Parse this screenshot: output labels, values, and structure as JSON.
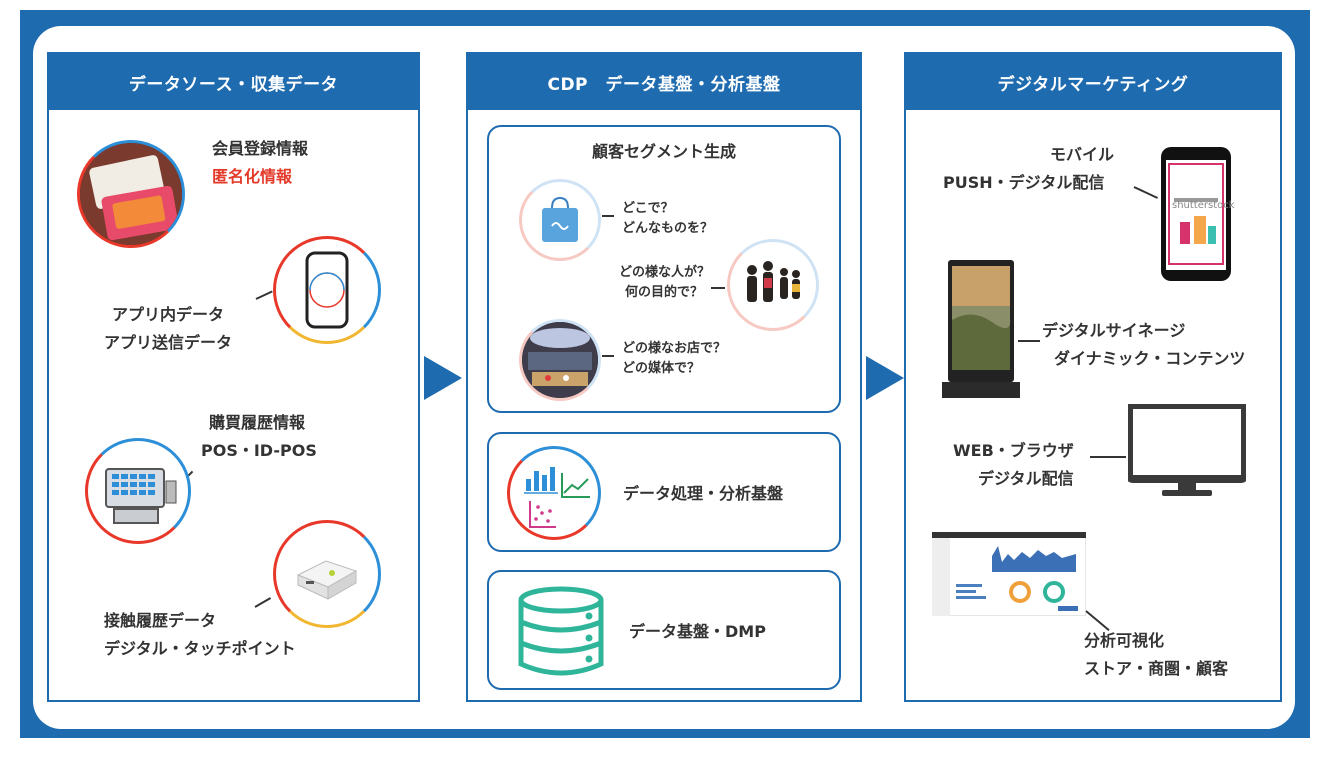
{
  "columns": {
    "sources": {
      "title": "データソース・収集データ"
    },
    "cdp": {
      "title": "CDP　データ基盤・分析基盤"
    },
    "marketing": {
      "title": "デジタルマーケティング"
    }
  },
  "sources": {
    "member": {
      "line1": "会員登録情報",
      "line2": "匿名化情報",
      "line2_color": "#e43a2a"
    },
    "app": {
      "line1": "アプリ内データ",
      "line2": "アプリ送信データ"
    },
    "purchase": {
      "line1": "購買履歴情報",
      "line2": "POS・ID-POS"
    },
    "contact": {
      "line1": "接触履歴データ",
      "line2": "デジタル・タッチポイント"
    }
  },
  "cdp": {
    "segment": {
      "title": "顧客セグメント生成",
      "where_line1": "どこで？",
      "where_line2": "どんなものを？",
      "who_line1": "どの様な人が？",
      "who_line2": "何の目的で？",
      "store_line1": "どの様なお店で？",
      "store_line2": "どの媒体で？"
    },
    "analysis": {
      "label": "データ処理・分析基盤"
    },
    "dmp": {
      "label": "データ基盤・DMP"
    }
  },
  "marketing": {
    "mobile": {
      "line1": "モバイル",
      "line2": "PUSH・デジタル配信",
      "phone_brand": "shutterstock"
    },
    "signage": {
      "line1": "デジタルサイネージ",
      "line2": "ダイナミック・コンテンツ"
    },
    "web": {
      "line1": "WEB・ブラウザ",
      "line2": "デジタル配信"
    },
    "analytics": {
      "line1": "分析可視化",
      "line2": "ストア・商圏・顧客"
    }
  },
  "colors": {
    "brand": "#1e6bb0",
    "accent_red": "#e43a2a",
    "ring_blue": "#2d8fd8",
    "ring_yellow": "#f1b732",
    "db_green": "#2fb59a"
  }
}
